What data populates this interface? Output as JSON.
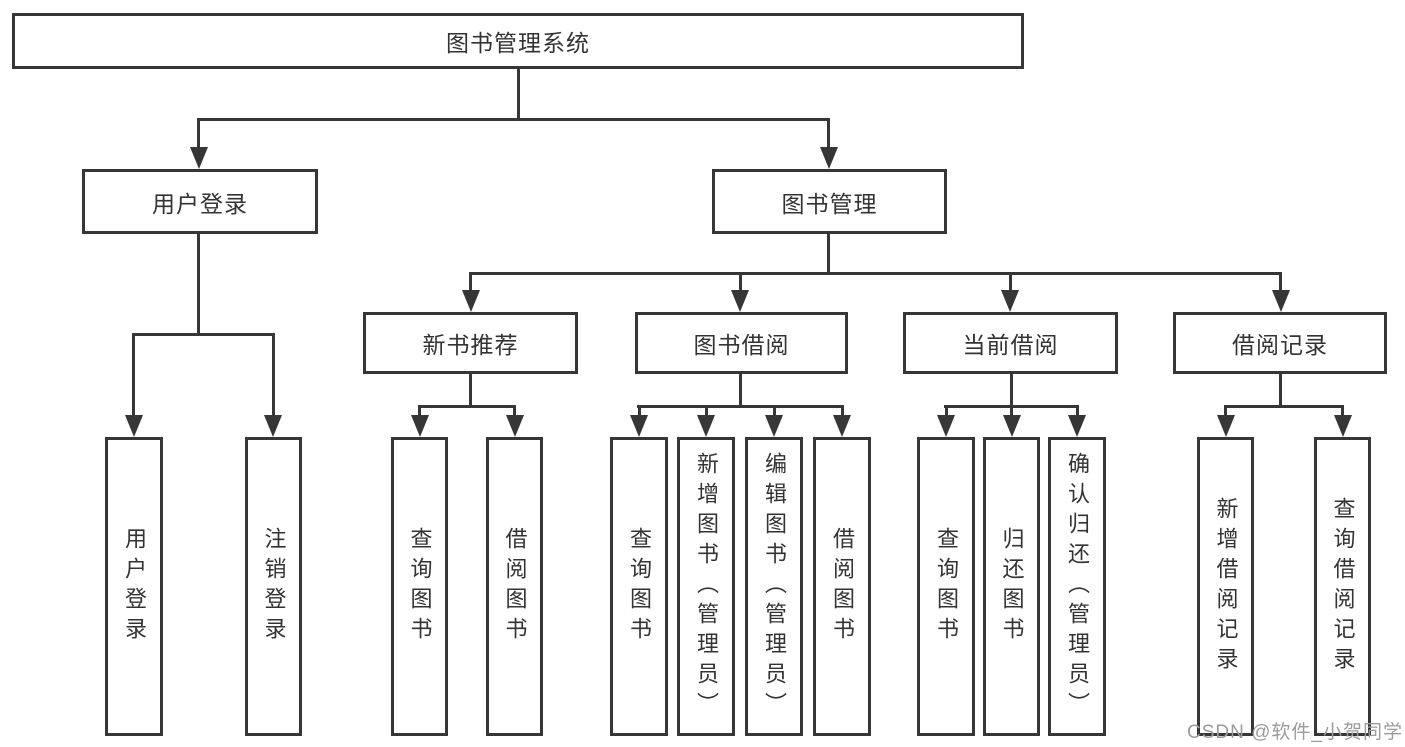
{
  "diagram": {
    "root": "图书管理系统",
    "level2": {
      "user_login": "用户登录",
      "book_mgmt": "图书管理"
    },
    "level3": {
      "new_book": "新书推荐",
      "book_borrow": "图书借阅",
      "current_borrow": "当前借阅",
      "borrow_record": "借阅记录"
    },
    "leaves": {
      "user_login": [
        "用户登录",
        "注销登录"
      ],
      "new_book": [
        "查询图书",
        "借阅图书"
      ],
      "book_borrow": [
        "查询图书",
        "新增图书（管理员）",
        "编辑图书（管理员）",
        "借阅图书"
      ],
      "current_borrow": [
        "查询图书",
        "归还图书",
        "确认归还（管理员）"
      ],
      "borrow_record": [
        "新增借阅记录",
        "查询借阅记录"
      ]
    }
  },
  "watermark": "CSDN @软件_小贺同学",
  "colors": {
    "line": "#363636",
    "text": "#333333",
    "watermark": "#9b9b9b",
    "background": "#ffffff"
  }
}
